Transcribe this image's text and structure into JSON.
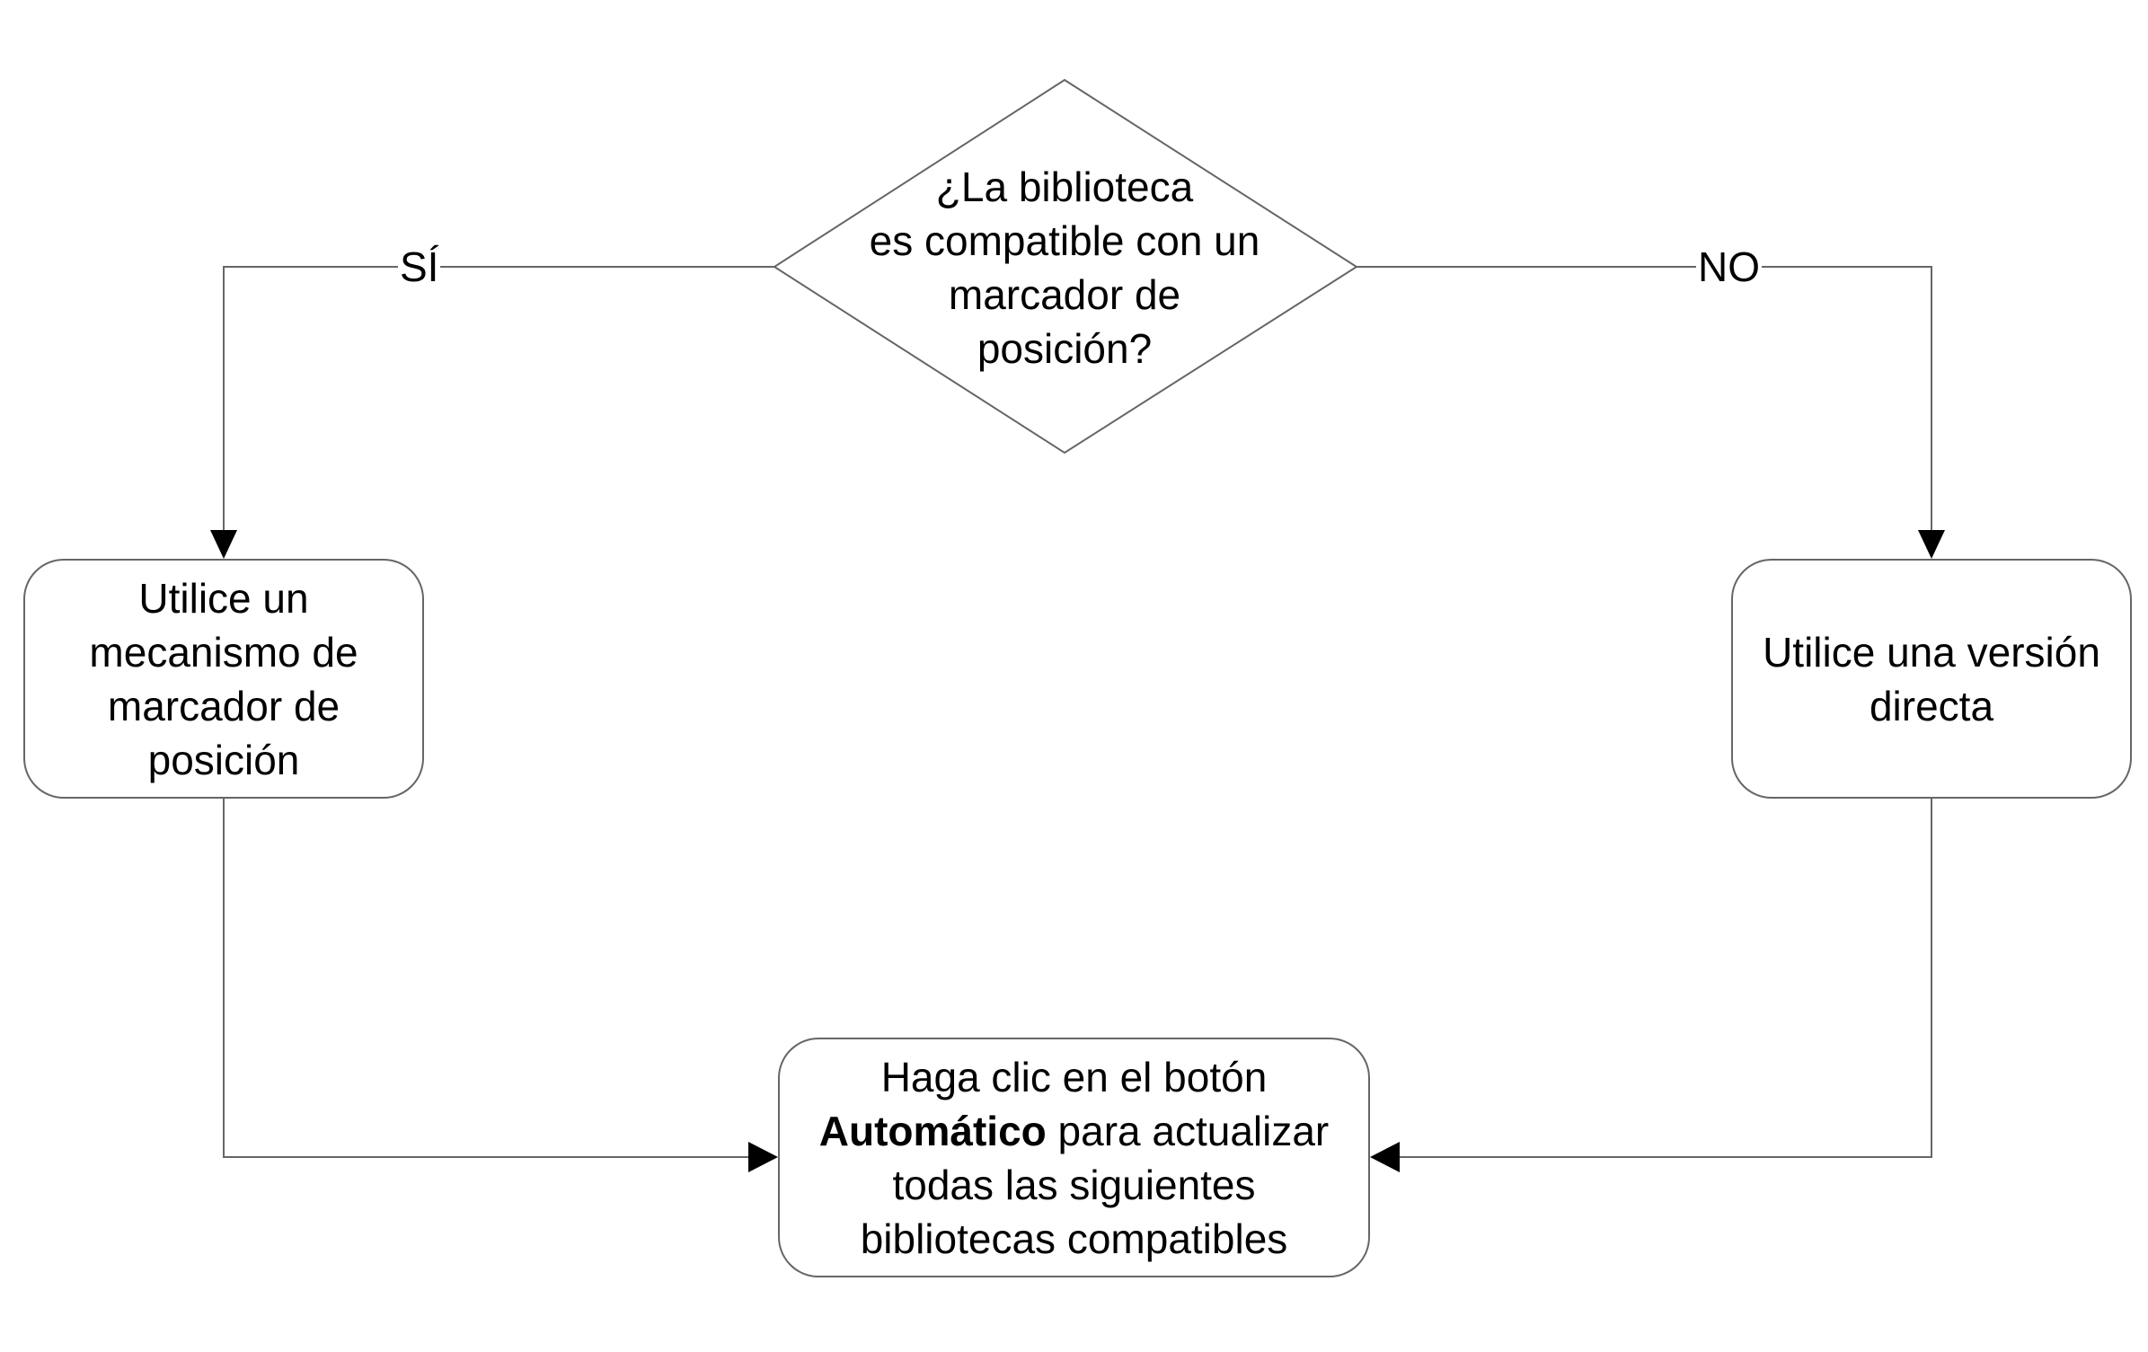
{
  "colors": {
    "stroke": "#666666",
    "text": "#000000",
    "background": "#ffffff"
  },
  "decision": {
    "lines": [
      "¿La biblioteca",
      "es compatible con un",
      "marcador de",
      "posición?"
    ]
  },
  "edges": {
    "yes_label": "SÍ",
    "no_label": "NO"
  },
  "left_box": {
    "lines": [
      "Utilice un",
      "mecanismo de",
      "marcador de",
      "posición"
    ]
  },
  "right_box": {
    "lines": [
      "Utilice una versión",
      "directa"
    ]
  },
  "bottom_box": {
    "line1": "Haga clic en el botón",
    "line2_bold": "Automático",
    "line2_rest": " para actualizar",
    "line3": "todas las siguientes",
    "line4": "bibliotecas compatibles"
  }
}
